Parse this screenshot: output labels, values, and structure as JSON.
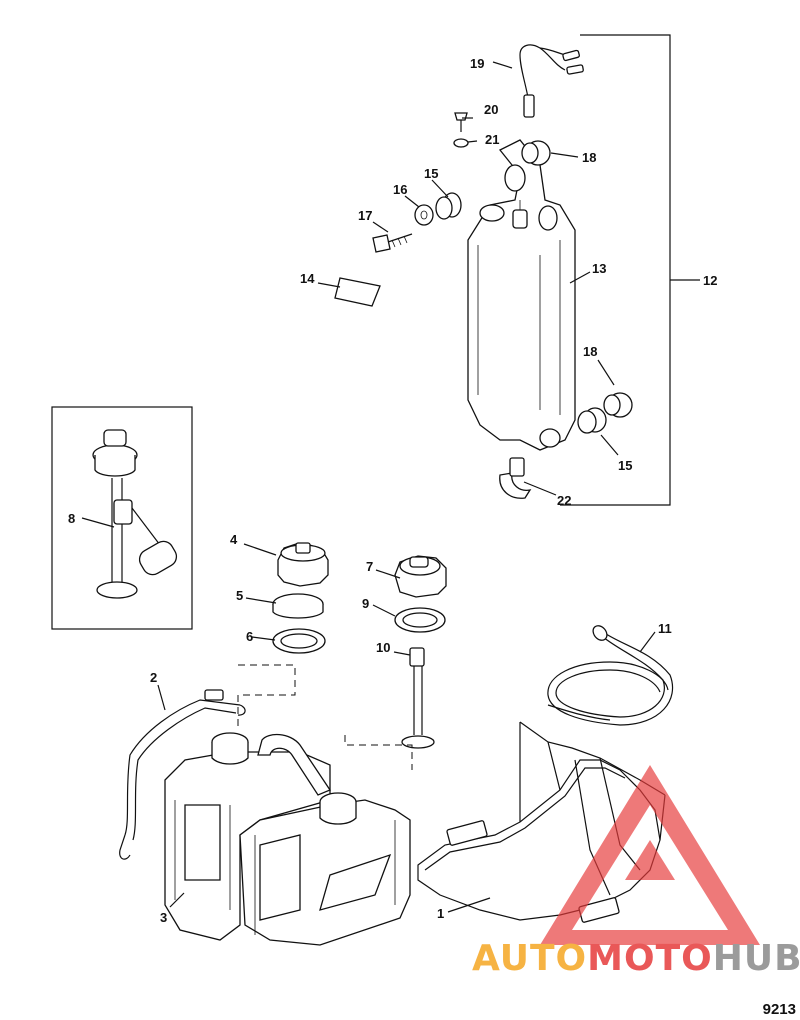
{
  "figure_number": "9213",
  "watermark": {
    "brand_part1": "AUTO",
    "brand_part2": "MOTO",
    "brand_part3": "HUB",
    "color_orange": "#f5a623",
    "color_red": "#e63b3b",
    "color_gray": "#8a8a8a"
  },
  "callouts": {
    "c1": "1",
    "c2": "2",
    "c3": "3",
    "c4": "4",
    "c5": "5",
    "c6": "6",
    "c7": "7",
    "c8": "8",
    "c9": "9",
    "c10": "10",
    "c11": "11",
    "c12": "12",
    "c13": "13",
    "c14": "14",
    "c15a": "15",
    "c15b": "15",
    "c16": "16",
    "c17": "17",
    "c18a": "18",
    "c18b": "18",
    "c19": "19",
    "c20": "20",
    "c21": "21",
    "c22": "22"
  }
}
